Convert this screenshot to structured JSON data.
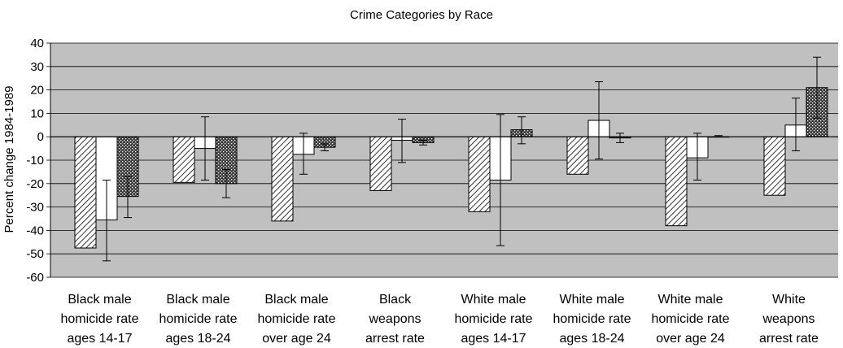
{
  "chart_data": {
    "type": "bar",
    "title": "Crime Categories by Race",
    "ylabel": "Percent change 1984-1989",
    "xlabel": "",
    "ylim": [
      -60,
      40
    ],
    "yticks": [
      40,
      30,
      20,
      10,
      0,
      -10,
      -20,
      -30,
      -40,
      -50,
      -60
    ],
    "grid": true,
    "legend": "none",
    "categories": [
      [
        "Black male",
        "homicide rate",
        "ages 14-17"
      ],
      [
        "Black male",
        "homicide rate",
        "ages 18-24"
      ],
      [
        "Black male",
        "homicide rate",
        "over age 24"
      ],
      [
        "Black",
        "weapons",
        "arrest rate"
      ],
      [
        "White male",
        "homicide rate",
        "ages 14-17"
      ],
      [
        "White male",
        "homicide rate",
        "ages 18-24"
      ],
      [
        "White male",
        "homicide rate",
        "over age 24"
      ],
      [
        "White",
        "weapons",
        "arrest rate"
      ]
    ],
    "series": [
      {
        "pattern": "diagonal-hatch",
        "values": [
          -47.5,
          -19.5,
          -36,
          -23,
          -32,
          -16,
          -38,
          -25
        ],
        "error": [
          null,
          null,
          null,
          null,
          null,
          null,
          null,
          null
        ]
      },
      {
        "pattern": "solid-white",
        "values": [
          -35.5,
          -5,
          -7.5,
          -1.5,
          -18.5,
          7,
          -9,
          5
        ],
        "error": [
          [
            -53,
            -18.5
          ],
          [
            -18.5,
            8.5
          ],
          [
            -16,
            1.5
          ],
          [
            -11,
            7.5
          ],
          [
            -46.5,
            9.5
          ],
          [
            -9.5,
            23.5
          ],
          [
            -18.5,
            1.5
          ],
          [
            -6,
            16.5
          ]
        ]
      },
      {
        "pattern": "crosshatch-dark",
        "values": [
          -25.5,
          -20,
          -4.5,
          -2.5,
          3,
          -0.5,
          0,
          21
        ],
        "error": [
          [
            -34.5,
            -17
          ],
          [
            -26,
            -14
          ],
          [
            -6,
            -3
          ],
          [
            -3.5,
            -1.5
          ],
          [
            -3,
            8.5
          ],
          [
            -2.5,
            1.5
          ],
          [
            0,
            0.5
          ],
          [
            8,
            34
          ]
        ]
      }
    ]
  },
  "colors": {
    "plot_background": "#c0c0c0",
    "gridline": "#000000",
    "bar_fill_white": "#ffffff",
    "bar_outline": "#000000",
    "crosshatch_dark": "#404040"
  }
}
